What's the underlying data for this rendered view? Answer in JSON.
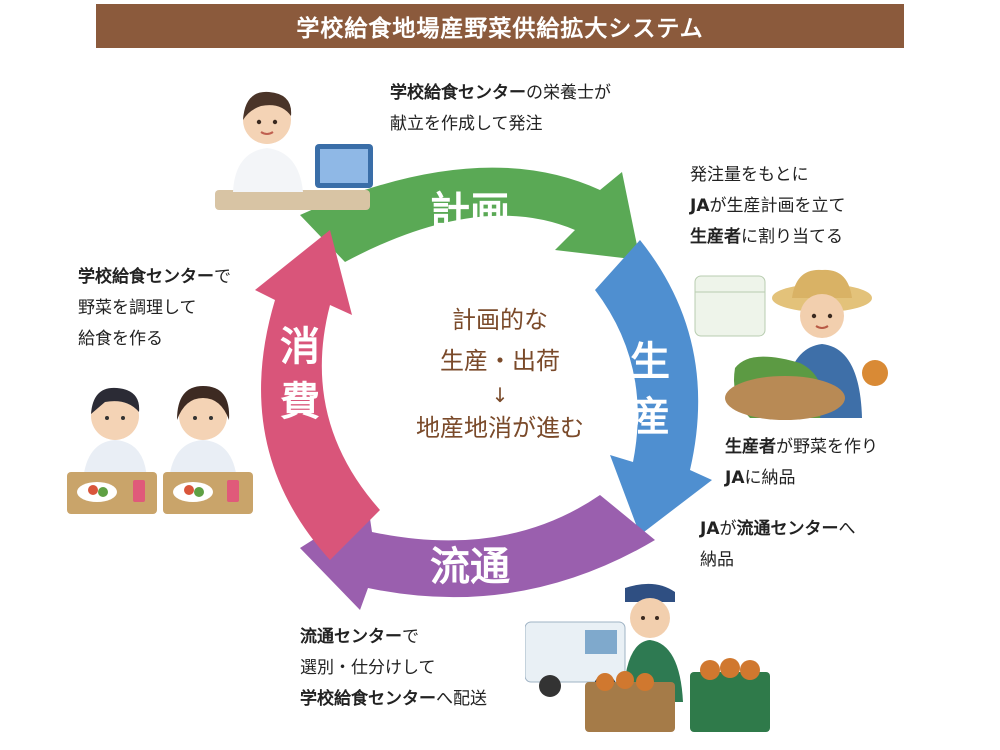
{
  "title": "学校給食地場産野菜供給拡大システム",
  "stages": {
    "plan": "計画",
    "produce": "生産",
    "distribute": "流通",
    "consume": "消費"
  },
  "center": {
    "line1": "計画的な",
    "line2": "生産・出荷",
    "arrow": "↓",
    "line3": "地産地消が進む"
  },
  "notes": {
    "plan": {
      "b1": "学校給食センター",
      "t1": "の栄養士が",
      "t2": "献立を作成して発注"
    },
    "assign": {
      "t1": "発注量をもとに",
      "b1": "JA",
      "t2": "が生産計画を立て",
      "b2": "生産者",
      "t3": "に割り当てる"
    },
    "produce": {
      "b1": "生産者",
      "t1": "が野菜を作り",
      "b2": "JA",
      "t2": "に納品"
    },
    "deliver": {
      "b1": "JA",
      "t1": "が",
      "b2": "流通センター",
      "t2": "へ",
      "t3": "納品"
    },
    "distribute": {
      "b1": "流通センター",
      "t1": "で",
      "t2": "選別・仕分けして",
      "b2": "学校給食センター",
      "t3": "へ配送"
    },
    "consume": {
      "b1": "学校給食センター",
      "t1": "で",
      "t2": "野菜を調理して",
      "t3": "給食を作る"
    }
  },
  "colors": {
    "title_bg": "#8b5a3c",
    "plan": "#5aa955",
    "produce": "#4f8fd0",
    "distribute": "#9a5fae",
    "consume": "#d9557a",
    "center_text": "#7a4a2a"
  }
}
